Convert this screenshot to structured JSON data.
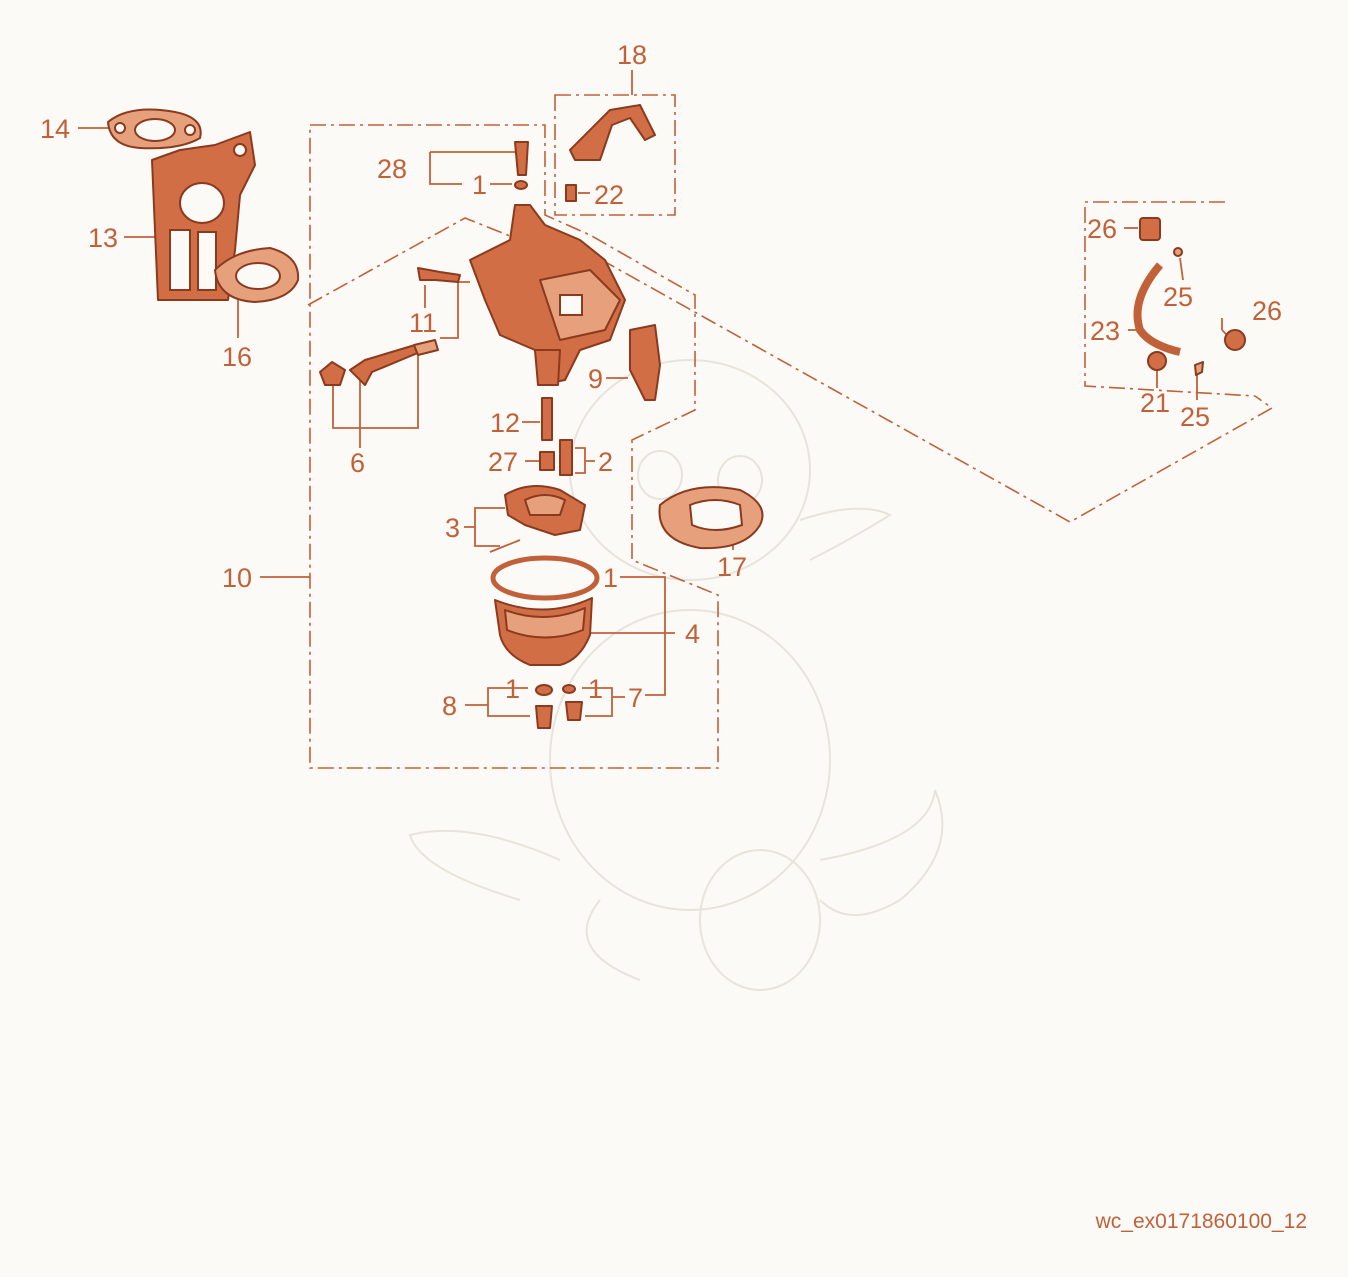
{
  "colors": {
    "accent": "#c1613a",
    "part_fill": "#d26e45",
    "background": "#fbfaf6"
  },
  "callouts": {
    "c1a": "1",
    "c1b": "1",
    "c1c": "1",
    "c1d": "1",
    "c2": "2",
    "c3": "3",
    "c4": "4",
    "c6": "6",
    "c7": "7",
    "c8": "8",
    "c9": "9",
    "c10": "10",
    "c11": "11",
    "c12": "12",
    "c13": "13",
    "c14": "14",
    "c16": "16",
    "c17": "17",
    "c18": "18",
    "c21": "21",
    "c22": "22",
    "c23": "23",
    "c25a": "25",
    "c25b": "25",
    "c26a": "26",
    "c26b": "26",
    "c27": "27",
    "c28": "28"
  },
  "diagram_code": "wc_ex0171860100_12"
}
